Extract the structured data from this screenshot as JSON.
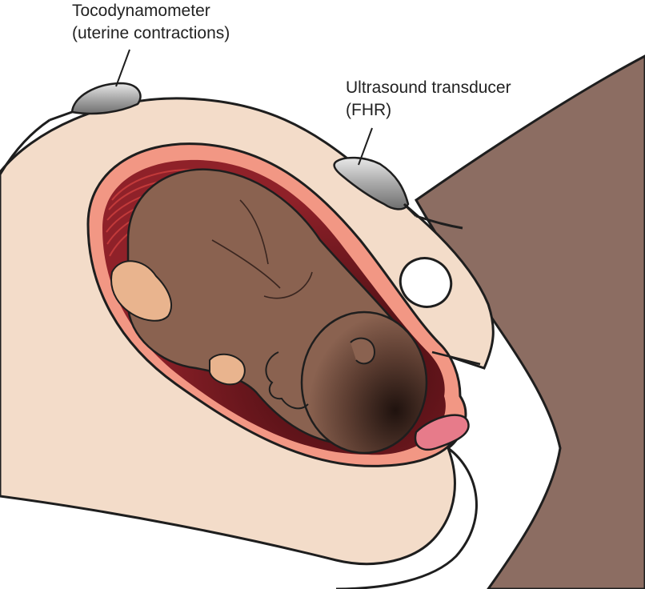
{
  "labels": {
    "tocodynamometer": {
      "line1": "Tocodynamometer",
      "line2": "(uterine contractions)"
    },
    "ultrasound": {
      "line1": "Ultrasound transducer",
      "line2": "(FHR)"
    }
  },
  "colors": {
    "maternal_skin_light": "#f3dcc9",
    "maternal_skin_dark": "#8c6d62",
    "uterine_wall": "#f29784",
    "uterine_cavity": "#7a1a1f",
    "fetal_skin": "#8a6250",
    "fetal_palm": "#e9b48e",
    "device_gray": "#b9b9b9",
    "outline": "#1e1e1e"
  },
  "icons": [
    "tocodynamometer-device",
    "ultrasound-transducer-device",
    "fetus"
  ]
}
